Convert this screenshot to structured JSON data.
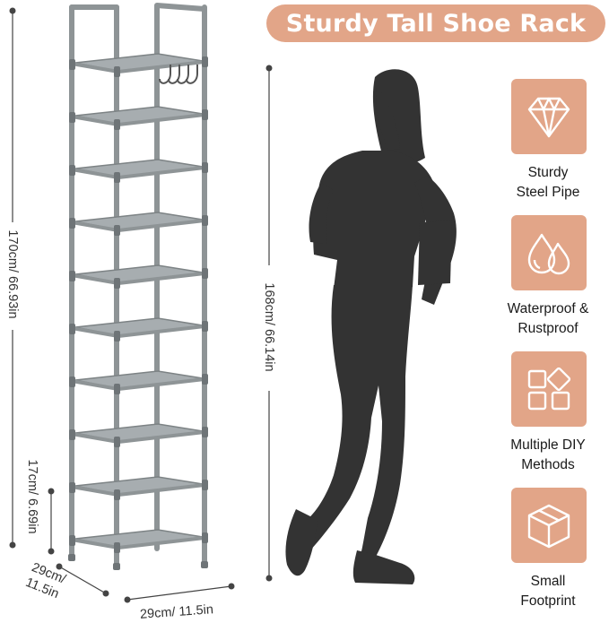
{
  "title": "Sturdy Tall Shoe Rack",
  "dimensions": {
    "total_height": "170cm/ 66.93in",
    "tier_height": "17cm/ 6.69in",
    "depth_line1": "29cm/",
    "depth_line2": "11.5in",
    "width": "29cm/ 11.5in",
    "person_height": "168cm/ 66.14in"
  },
  "features": [
    {
      "icon": "diamond-icon",
      "line1": "Sturdy",
      "line2": "Steel Pipe"
    },
    {
      "icon": "water-drops-icon",
      "line1": "Waterproof &",
      "line2": "Rustproof"
    },
    {
      "icon": "diy-shapes-icon",
      "line1": "Multiple DIY",
      "line2": "Methods"
    },
    {
      "icon": "box-icon",
      "line1": "Small",
      "line2": "Footprint"
    }
  ],
  "colors": {
    "accent": "#e2a588",
    "rack": "#8e9496",
    "silhouette": "#333333"
  },
  "rack": {
    "tiers": 10,
    "hooks": 4
  }
}
